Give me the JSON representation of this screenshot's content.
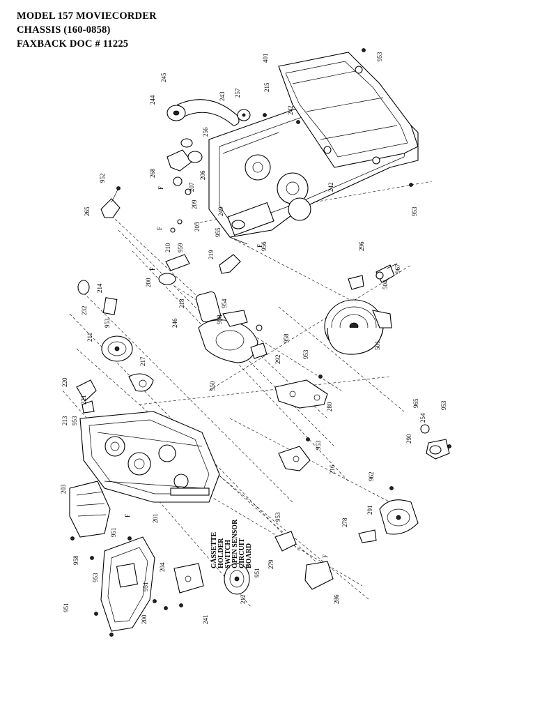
{
  "header": {
    "line1": "MODEL 157 MOVIECORDER",
    "line2": "CHASSIS  (160-0858)",
    "line3": "FAXBACK DOC # 11225"
  },
  "note": {
    "lines": [
      "CASSETTE",
      "HOLDER",
      "SWITCH",
      "OPEN SENSOR",
      "CIRCUIT",
      "BOARD"
    ]
  },
  "labels": {
    "l401": "401",
    "l953a": "953",
    "l245": "245",
    "l243": "243",
    "l257": "257",
    "l244": "244",
    "l215": "215",
    "l242a": "242",
    "l256": "256",
    "l268": "268",
    "l206": "206",
    "l952": "952",
    "l209": "209",
    "l207": "207",
    "l249": "249",
    "l265": "265",
    "l205": "205",
    "l955": "955",
    "l242b": "242",
    "l953b": "953",
    "l956": "956",
    "l210": "210",
    "l959": "959",
    "l219": "219",
    "l296": "296",
    "l967": "967",
    "l214": "214",
    "l200": "200",
    "l504": "504",
    "l218": "218",
    "l954": "954",
    "l232": "232",
    "l246": "246",
    "l958a": "958",
    "l953c": "953",
    "l211": "211",
    "l958b": "958",
    "l501": "501",
    "l217": "217",
    "l292": "292",
    "l953d": "953",
    "l220": "220",
    "l950": "950",
    "l221": "221",
    "l280": "280",
    "l213": "213",
    "l953e": "953",
    "l965": "965",
    "l953f": "953",
    "l254": "254",
    "l290": "290",
    "l953g": "953",
    "l216": "216",
    "l203": "203",
    "l962": "962",
    "l201": "201",
    "l291": "291",
    "l951a": "951",
    "l278": "278",
    "l953h": "953",
    "l958c": "958",
    "l953i": "953",
    "l279": "279",
    "l204": "204",
    "l951b": "951",
    "l951c": "951",
    "l951d": "951",
    "l212": "212",
    "l286": "286",
    "l200b": "200",
    "l241": "241",
    "fA": "F",
    "fB": "F",
    "fC": "F",
    "fD": "F",
    "fE": "F",
    "fF": "F"
  }
}
